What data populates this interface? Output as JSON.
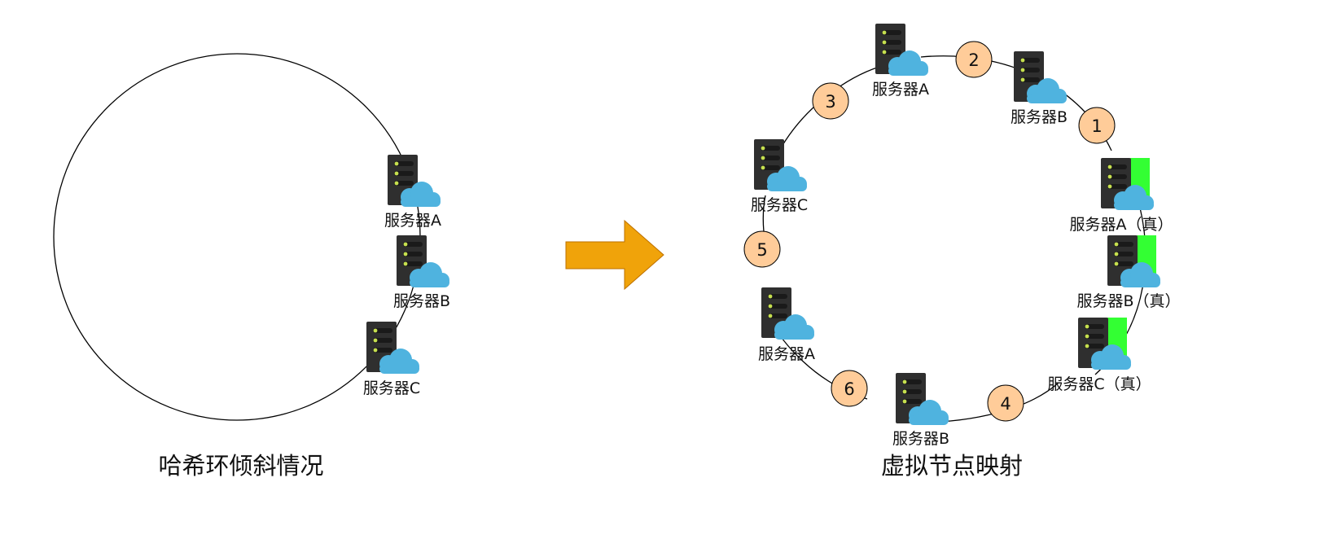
{
  "left_panel": {
    "caption": "哈希环倾斜情况",
    "servers": [
      {
        "label": "服务器A"
      },
      {
        "label": "服务器B"
      },
      {
        "label": "服务器C"
      }
    ]
  },
  "right_panel": {
    "caption": "虚拟节点映射",
    "servers": [
      {
        "label": "服务器A",
        "real": false
      },
      {
        "label": "服务器B",
        "real": false
      },
      {
        "label": "服务器A（真）",
        "real": true
      },
      {
        "label": "服务器B（真）",
        "real": true
      },
      {
        "label": "服务器C（真）",
        "real": true
      },
      {
        "label": "服务器B",
        "real": false
      },
      {
        "label": "服务器A",
        "real": false
      },
      {
        "label": "服务器C",
        "real": false
      }
    ],
    "virtual_nodes": [
      "1",
      "2",
      "3",
      "4",
      "5",
      "6"
    ]
  },
  "colors": {
    "arrow": "#f0a30a",
    "arrow_border": "#bd7000",
    "node_fill": "#ffcc99",
    "real_marker": "#33ff33",
    "server_body": "#2f2f2f",
    "cloud": "#4fb3df",
    "led": "#c6e04f"
  },
  "icons": {
    "server": "server-cloud-icon",
    "arrow": "right-arrow-icon"
  }
}
